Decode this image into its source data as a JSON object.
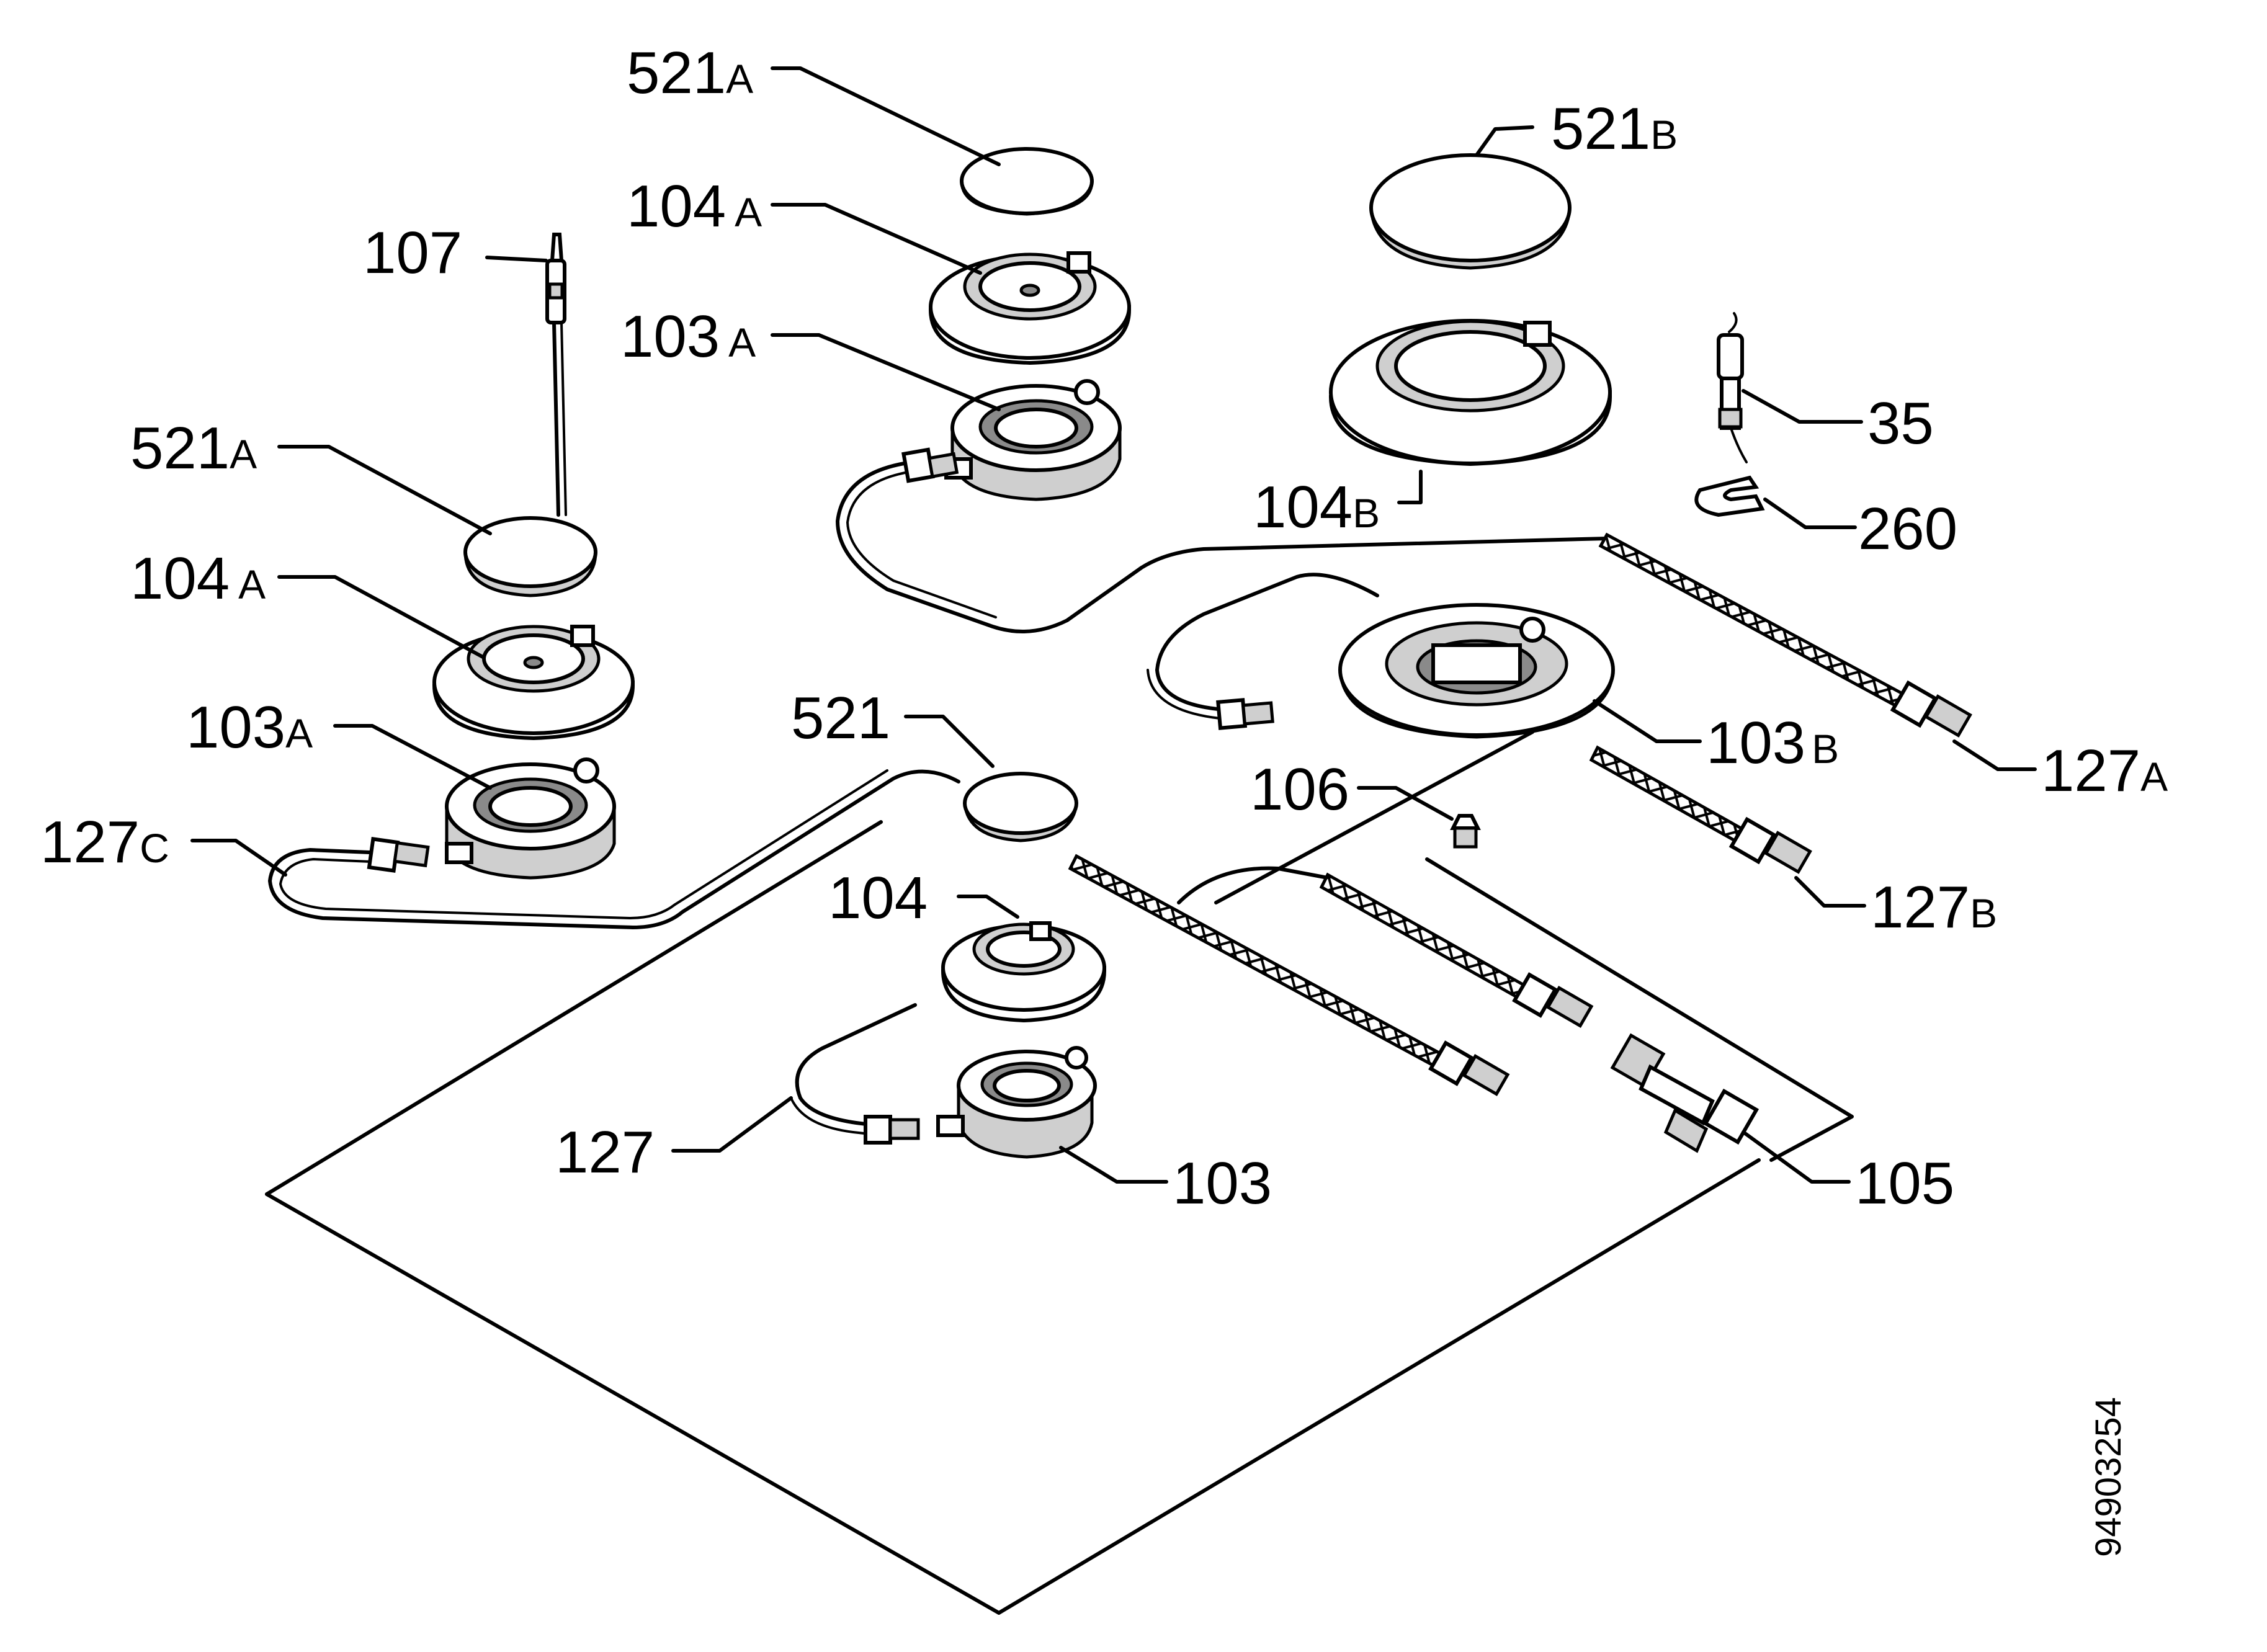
{
  "labels": {
    "l521a_top": {
      "num": "521",
      "suf": "A"
    },
    "l521b": {
      "num": "521",
      "suf": "B"
    },
    "l104a_top": {
      "num": "104",
      "suf": "A"
    },
    "l103a_top": {
      "num": "103",
      "suf": "A"
    },
    "l107": {
      "num": "107",
      "suf": ""
    },
    "l521a_left": {
      "num": "521",
      "suf": "A"
    },
    "l104a_left": {
      "num": "104",
      "suf": "A"
    },
    "l103a_left": {
      "num": "103",
      "suf": "A"
    },
    "l127c": {
      "num": "127",
      "suf": "C"
    },
    "l104b": {
      "num": "104",
      "suf": "B"
    },
    "l35": {
      "num": "35",
      "suf": ""
    },
    "l260": {
      "num": "260",
      "suf": ""
    },
    "l127a": {
      "num": "127",
      "suf": "A"
    },
    "l103b": {
      "num": "103",
      "suf": "B"
    },
    "l106": {
      "num": "106",
      "suf": ""
    },
    "l521": {
      "num": "521",
      "suf": ""
    },
    "l127b": {
      "num": "127",
      "suf": "B"
    },
    "l104": {
      "num": "104",
      "suf": ""
    },
    "l127": {
      "num": "127",
      "suf": ""
    },
    "l103": {
      "num": "103",
      "suf": ""
    },
    "l105": {
      "num": "105",
      "suf": ""
    }
  },
  "drawing_code": "94903254"
}
